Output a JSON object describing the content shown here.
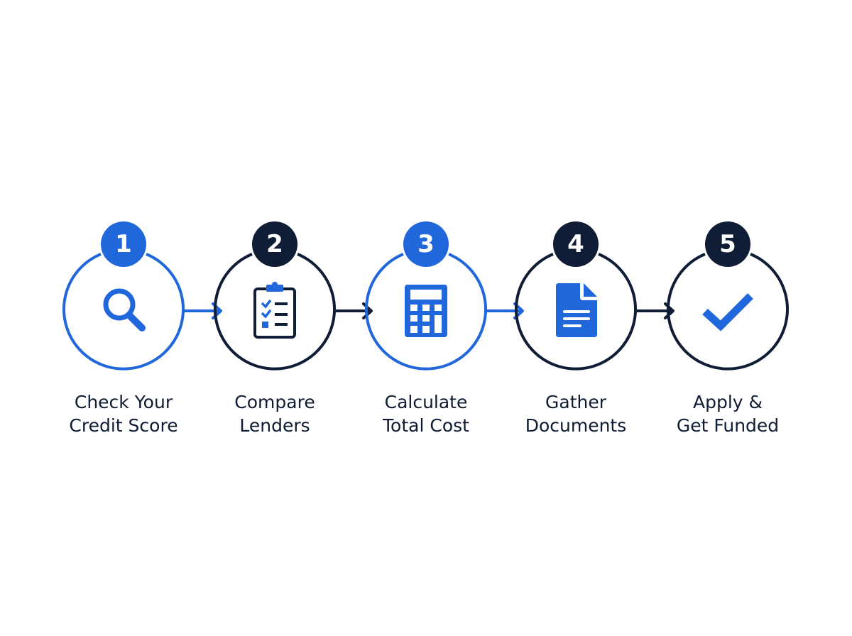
{
  "colors": {
    "blue": "#2167dc",
    "navy": "#101d36",
    "text": "#0f1b33"
  },
  "steps": [
    {
      "number": "1",
      "label_line1": "Check Your",
      "label_line2": "Credit Score",
      "icon": "magnifier-icon",
      "color": "blue"
    },
    {
      "number": "2",
      "label_line1": "Compare",
      "label_line2": "Lenders",
      "icon": "clipboard-checklist-icon",
      "color": "navy"
    },
    {
      "number": "3",
      "label_line1": "Calculate",
      "label_line2": "Total Cost",
      "icon": "calculator-icon",
      "color": "blue"
    },
    {
      "number": "4",
      "label_line1": "Gather",
      "label_line2": "Documents",
      "icon": "document-icon",
      "color": "navy"
    },
    {
      "number": "5",
      "label_line1": "Apply &",
      "label_line2": "Get Funded",
      "icon": "checkmark-icon",
      "color": "navy"
    }
  ]
}
